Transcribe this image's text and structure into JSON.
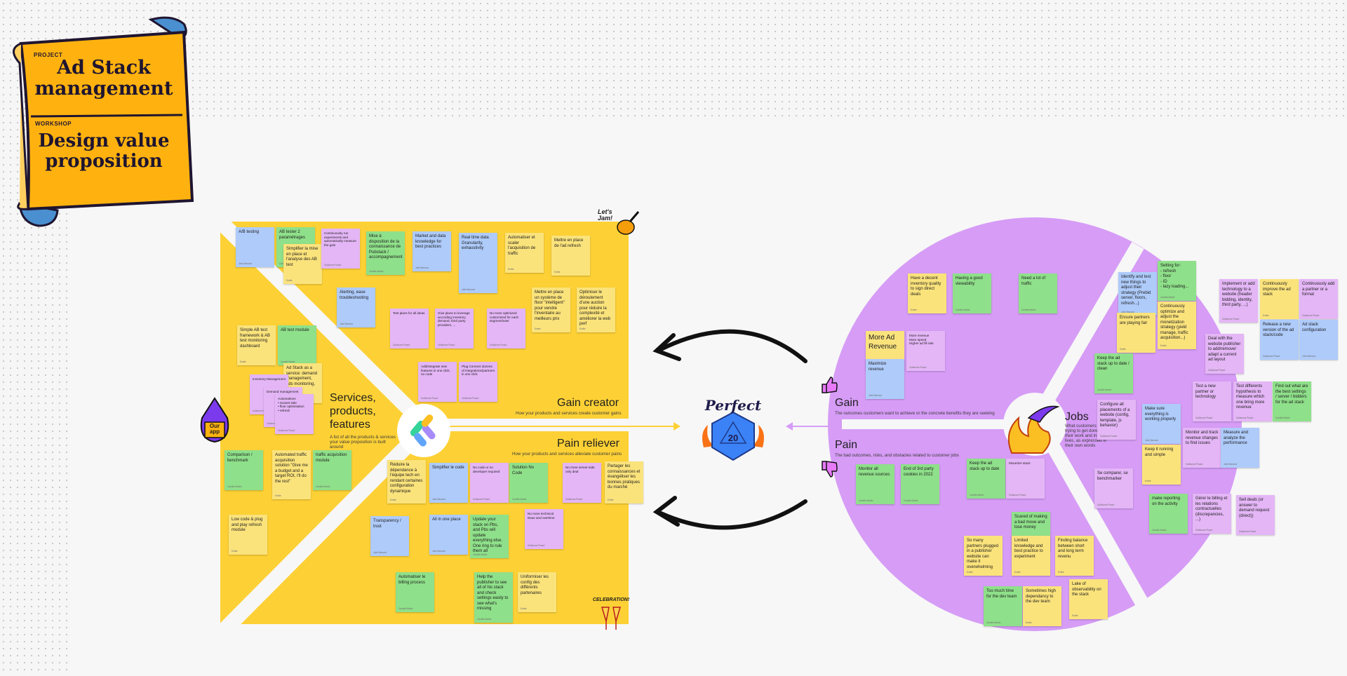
{
  "banner": {
    "project_label": "PROJECT",
    "title": "Ad Stack management",
    "workshop_label": "WORKSHOP",
    "subtitle": "Design value proposition"
  },
  "stickers": {
    "lets_jam": "Let's Jam!",
    "our_app": "Our app",
    "perfect": "Perfect",
    "d20": "20",
    "celebration": "CELEBRATION!"
  },
  "value_map": {
    "services": {
      "title": "Services, products, features",
      "subtitle": "A list of all the products & services your value proposition is built around"
    },
    "gain_creator": {
      "title": "Gain creator",
      "subtitle": "How your products and services create customer gains"
    },
    "pain_reliever": {
      "title": "Pain reliever",
      "subtitle": "How your products and services alleviate customer pains"
    }
  },
  "customer_profile": {
    "gain": {
      "title": "Gain",
      "subtitle": "The outcomes customers want to achieve or the concrete benefits they are seeking"
    },
    "pain": {
      "title": "Pain",
      "subtitle": "The bad outcomes, risks, and obstacles related to customer jobs"
    },
    "jobs": {
      "title": "Jobs",
      "subtitle": "What customers are trying to get done in their work and in their lives, as expressed in their own words"
    }
  },
  "notes": [
    {
      "id": "n1",
      "color": "blue",
      "text": "A/B testing",
      "author": "Julie Bernard"
    },
    {
      "id": "n2",
      "color": "green",
      "text": "AB tester 2 paramétrages",
      "author": "Camille Martin"
    },
    {
      "id": "n3",
      "color": "yellow",
      "text": "Simplifier la mise en place et l'analyse des AB test",
      "author": "Emilie"
    },
    {
      "id": "n4",
      "color": "pink",
      "text": "Continuously run experiments and automatically measure the gain",
      "author": "Guillaume Picard"
    },
    {
      "id": "n5",
      "color": "green",
      "text": "Mise à disposition de la connaissance de Pubstack / accompagnement",
      "author": "Camille Martin"
    },
    {
      "id": "n6",
      "color": "blue",
      "text": "Market and data knowledge for best practices",
      "author": "Julie Bernard"
    },
    {
      "id": "n7",
      "color": "blue",
      "text": "Real time data\n\nGranularity, exhaustivity",
      "author": "Julie Bernard"
    },
    {
      "id": "n8",
      "color": "yellow",
      "text": "Automatiser et scaler l'acquisition de traffic",
      "author": "Emilie"
    },
    {
      "id": "n9",
      "color": "yellow",
      "text": "Mettre en place de l'ad refresh",
      "author": "Emilie"
    },
    {
      "id": "n10",
      "color": "blue",
      "text": "Alerting, ease troubleshooting",
      "author": "Julie Bernard"
    },
    {
      "id": "n11",
      "color": "pink",
      "text": "Test plans for all ideas",
      "author": "Guillaume Picard"
    },
    {
      "id": "n12",
      "color": "pink",
      "text": "Give plans to leverage according inventory demand, third party providers, ...",
      "author": "Guillaume Picard"
    },
    {
      "id": "n13",
      "color": "pink",
      "text": "No more optimized customized for each segment/user",
      "author": "Guillaume Picard"
    },
    {
      "id": "n14",
      "color": "yellow",
      "text": "Mettre en place un système de floor \"intelligent\" pour vendre l'inventaire au meilleurs prix",
      "author": "Emilie"
    },
    {
      "id": "n15",
      "color": "yellow",
      "text": "Optimiser le déroulement d'une auction pour réduire la complexité et améliorer la web perf",
      "author": "Emilie"
    },
    {
      "id": "n16",
      "color": "pink",
      "text": "Add/integrate new features in one click, no code",
      "author": "Guillaume Picard"
    },
    {
      "id": "n17",
      "color": "pink",
      "text": "Plug Connect dozens of integrations/partners in one click",
      "author": "Guillaume Picard"
    },
    {
      "id": "n18",
      "color": "yellow",
      "text": "Simple AB test framework & AB test monitoring dashboard",
      "author": "Emilie"
    },
    {
      "id": "n19",
      "color": "green",
      "text": "AB test module",
      "author": "Camille Martin"
    },
    {
      "id": "n20",
      "color": "yellow",
      "text": "Ad Stack as a service: demand management, ads monitoring, ads",
      "author": "Emilie"
    },
    {
      "id": "n21",
      "color": "pink",
      "text": "Inventory Management",
      "author": "Guillaume Picard"
    },
    {
      "id": "n22",
      "color": "pink",
      "text": "Demand management",
      "author": "Guillaume Picard"
    },
    {
      "id": "n23",
      "color": "pink",
      "text": "Automations\n• Sunset side\n• floor optimisation\n• refresh",
      "author": "Guillaume Picard"
    },
    {
      "id": "n24",
      "color": "green",
      "text": "Comparison / benchmark",
      "author": "Camille Martin"
    },
    {
      "id": "n25",
      "color": "yellow",
      "text": "Automated traffic acquisition solution \"Give me a budget and a target ROI, I'll do the rest\"",
      "author": "Emilie"
    },
    {
      "id": "n26",
      "color": "green",
      "text": "traffic acquisition module",
      "author": "Camille Martin"
    },
    {
      "id": "n27",
      "color": "yellow",
      "text": "Low code & plug and play refresh module",
      "author": "Emilie"
    },
    {
      "id": "n28",
      "color": "yellow",
      "text": "Réduire la dépendance à l'équipe tech en rendant certaines configuration dynamique",
      "author": "Emilie"
    },
    {
      "id": "n29",
      "color": "blue",
      "text": "Simplifier le code",
      "author": "Julie Bernard"
    },
    {
      "id": "n30",
      "color": "pink",
      "text": "No code or no developer required",
      "author": "Guillaume Picard"
    },
    {
      "id": "n31",
      "color": "green",
      "text": "Solution No Code",
      "author": "Camille Martin"
    },
    {
      "id": "n32",
      "color": "pink",
      "text": "No more server-side only deal",
      "author": "Guillaume Picard"
    },
    {
      "id": "n33",
      "color": "yellow",
      "text": "Partager les connaissances et évangéliser les bonnes pratiques du marché",
      "author": "Emilie"
    },
    {
      "id": "n34",
      "color": "blue",
      "text": "Transparency / trust",
      "author": "Julie Bernard"
    },
    {
      "id": "n35",
      "color": "blue",
      "text": "All in one place",
      "author": "Julie Bernard"
    },
    {
      "id": "n36",
      "color": "green",
      "text": "Update your stack on Pbs, and Pbs will update everything else. One ring to rule them all",
      "author": "Camille Martin"
    },
    {
      "id": "n37",
      "color": "pink",
      "text": "No more technical issue and overtime",
      "author": "Guillaume Picard"
    },
    {
      "id": "n38",
      "color": "green",
      "text": "Automatiser le billing process",
      "author": "Camille Martin"
    },
    {
      "id": "n39",
      "color": "green",
      "text": "Help the publisher to see all of his stack and check settings easily to see what's missing",
      "author": "Camille Martin"
    },
    {
      "id": "n40",
      "color": "yellow",
      "text": "Uniformiser les config des différents partenaires",
      "author": "Emilie"
    },
    {
      "id": "n41",
      "color": "yellow",
      "text": "Have a decent inventory quality to sign direct deals",
      "author": "Emilie"
    },
    {
      "id": "n42",
      "color": "green",
      "text": "Having a good viewability",
      "author": "Camille Martin"
    },
    {
      "id": "n43",
      "color": "green",
      "text": "Need a lot of traffic",
      "author": "Camille Martin"
    },
    {
      "id": "n44",
      "color": "yellow",
      "text": "More Ad Revenue",
      "author": "Emilie"
    },
    {
      "id": "n45",
      "color": "pink",
      "text": "More revenue\nMore speed\nHigher ad fill rate",
      "author": "Guillaume Picard"
    },
    {
      "id": "n46",
      "color": "blue",
      "text": "Maximize revenue",
      "author": "Julie Bernard"
    },
    {
      "id": "n47",
      "color": "green",
      "text": "Monitor all revenue sources",
      "author": "Camille Martin"
    },
    {
      "id": "n48",
      "color": "green",
      "text": "End of 3rd party cookies in 2022",
      "author": "Camille Martin"
    },
    {
      "id": "n49",
      "color": "green",
      "text": "Keep the ad stack up to date",
      "author": "Camille Martin"
    },
    {
      "id": "n50",
      "color": "pink",
      "text": "Monetize stack",
      "author": "Guillaume Picard"
    },
    {
      "id": "n51",
      "color": "green",
      "text": "Scared of making a bad move and lose money",
      "author": "Camille Martin"
    },
    {
      "id": "n52",
      "color": "yellow",
      "text": "So many partners plugged in a publisher website can make it overwhelming",
      "author": "Emilie"
    },
    {
      "id": "n53",
      "color": "yellow",
      "text": "Limited knowledge and best practice to experiment",
      "author": "Emilie"
    },
    {
      "id": "n54",
      "color": "yellow",
      "text": "Finding balance between short and long term revenu",
      "author": "Emilie"
    },
    {
      "id": "n55",
      "color": "green",
      "text": "Too much time for the dev team",
      "author": "Camille Martin"
    },
    {
      "id": "n56",
      "color": "yellow",
      "text": "Sometimes high dependancy to the dev team",
      "author": "Emilie"
    },
    {
      "id": "n57",
      "color": "yellow",
      "text": "Lake of observability on the stack",
      "author": "Emilie"
    },
    {
      "id": "n58",
      "color": "blue",
      "text": "Identify and test new things to adjust their strategy (Prebid server, floors, refresh...)",
      "author": "Julie Bernard"
    },
    {
      "id": "n59",
      "color": "green",
      "text": "Setting for:\n- refresh\n- floor\n- ID\n- lazy loading...",
      "author": "Camille Martin"
    },
    {
      "id": "n60",
      "color": "yellow",
      "text": "Ensure partners are playing fair",
      "author": "Emilie"
    },
    {
      "id": "n61",
      "color": "yellow",
      "text": "Continuously optimize and adjust the monetization strategy (yield manage, traffic acquisition...)",
      "author": "Emilie"
    },
    {
      "id": "n62",
      "color": "green",
      "text": "Keep the ad stack up to date / clean",
      "author": "Camille Martin"
    },
    {
      "id": "n63",
      "color": "pink",
      "text": "Implement or add technology to a website (header bidding, identity, third party, ...)",
      "author": "Guillaume Picard"
    },
    {
      "id": "n64",
      "color": "yellow",
      "text": "Continuously improve the ad stack",
      "author": "Emilie"
    },
    {
      "id": "n65",
      "color": "pink",
      "text": "Continuously add a partner or a format",
      "author": "Guillaume Picard"
    },
    {
      "id": "n66",
      "color": "pink",
      "text": "Release a new version of the ad stack/code",
      "author": "Guillaume Picard"
    },
    {
      "id": "n67",
      "color": "blue",
      "text": "Ad stack configuration",
      "author": "Julie Bernard"
    },
    {
      "id": "n68",
      "color": "pink",
      "text": "Deal with the website publisher to add/remove/ adapt a current ad layout",
      "author": "Guillaume Picard"
    },
    {
      "id": "n69",
      "color": "pink",
      "text": "Configure all placements of a website (config, template, js behavior)",
      "author": "Guillaume Picard"
    },
    {
      "id": "n70",
      "color": "pink",
      "text": "Test a new partner or technology",
      "author": "Guillaume Picard"
    },
    {
      "id": "n71",
      "color": "pink",
      "text": "Test differents hypothesis to measure which one bring more revenue",
      "author": "Guillaume Picard"
    },
    {
      "id": "n72",
      "color": "green",
      "text": "Find out what are the best settings / server / bidders for the ad stack",
      "author": "Camille Martin"
    },
    {
      "id": "n73",
      "color": "blue",
      "text": "Make sure everything is working properly",
      "author": "Julie Bernard"
    },
    {
      "id": "n74",
      "color": "pink",
      "text": "Monitor and track revenue changes to find issues",
      "author": "Guillaume Picard"
    },
    {
      "id": "n75",
      "color": "blue",
      "text": "Measure and analyze the performance",
      "author": "Julie Bernard"
    },
    {
      "id": "n76",
      "color": "yellow",
      "text": "Keep it running and simple",
      "author": "Emilie"
    },
    {
      "id": "n77",
      "color": "pink",
      "text": "Se comparer, se benchmarker",
      "author": "Guillaume Picard"
    },
    {
      "id": "n78",
      "color": "green",
      "text": "make reporting on the activity",
      "author": "Camille Martin"
    },
    {
      "id": "n79",
      "color": "pink",
      "text": "Gérer le billing et les relations contractuelles (discrepancies, ...)",
      "author": "Guillaume Picard"
    },
    {
      "id": "n80",
      "color": "pink",
      "text": "Sell deals (or answer to demand request (direct))",
      "author": "Guillaume Picard"
    }
  ],
  "colors": {
    "value_map_yellow": "#fdd135",
    "customer_purple": "#d69cf6",
    "note_yellow": "#fbe37c",
    "note_green": "#8fe08a",
    "note_blue": "#aecbfa",
    "note_pink": "#e4b6f6"
  }
}
